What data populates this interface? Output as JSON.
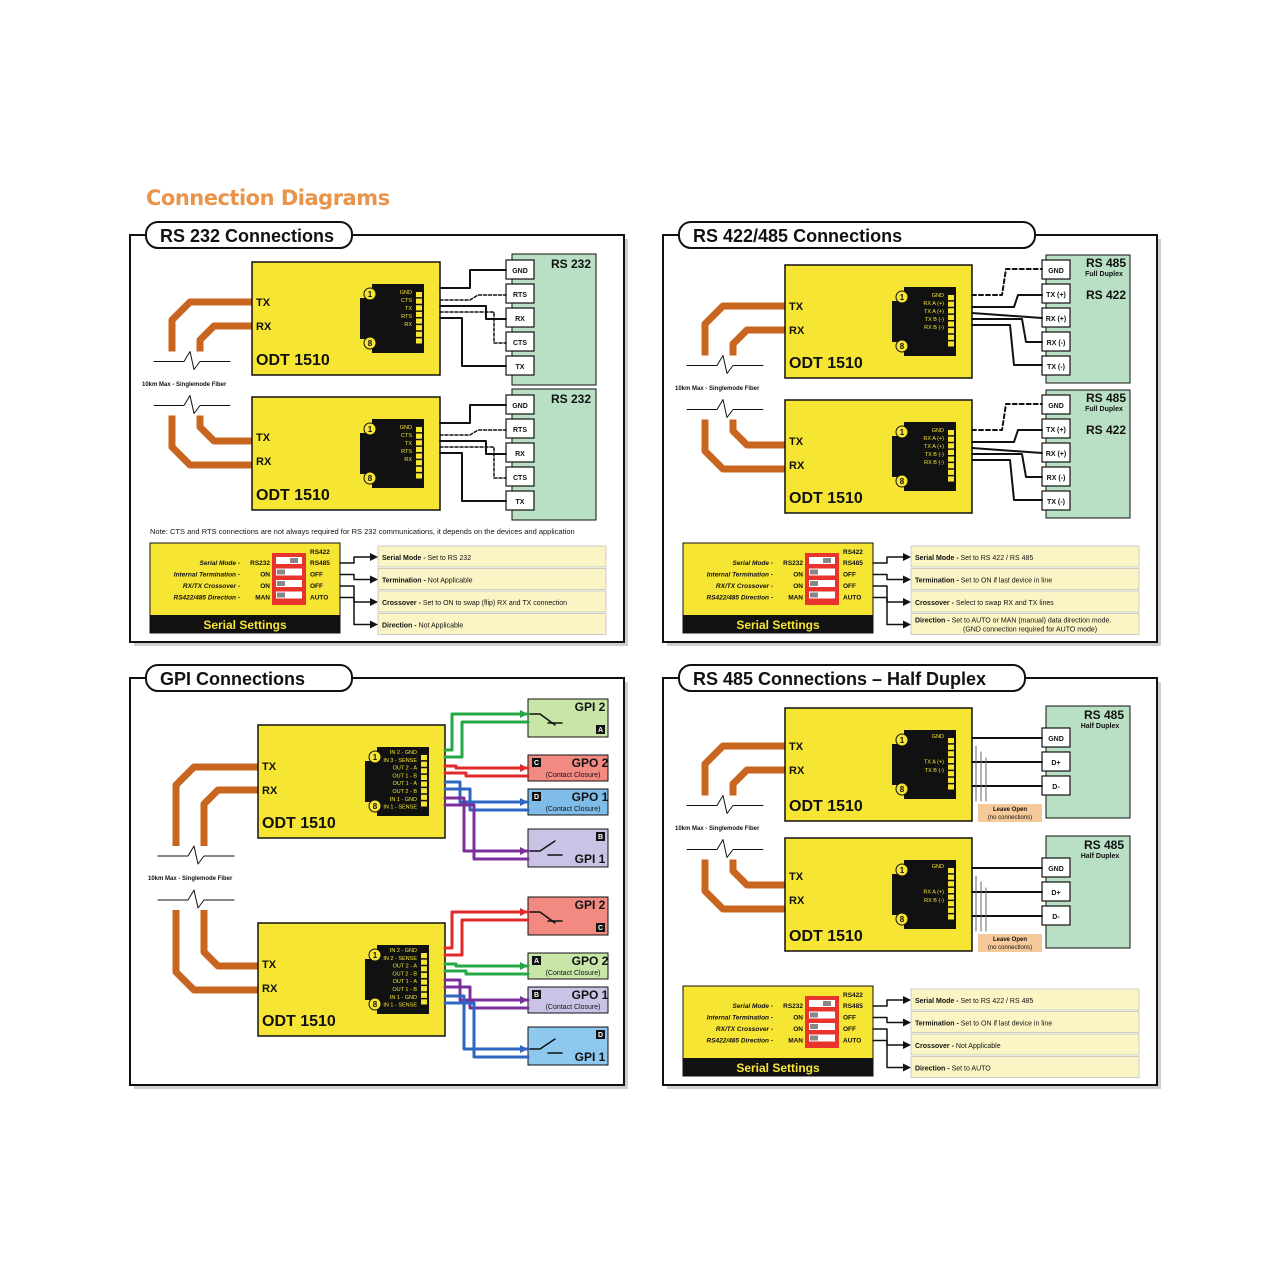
{
  "page_title": "Connection Diagrams",
  "colors": {
    "yellow": "#f7e534",
    "green": "#b9dfc4",
    "orange": "#d46a1e",
    "fiber": "#c8651f",
    "red": "#e8342c",
    "gpi_green": "#c7e6a8",
    "gpo_red": "#f28a82",
    "gpo_blue": "#7fbde8",
    "sky": "#8fc8ee",
    "settings_bg": "#fbf5c6"
  },
  "common": {
    "odt": "ODT 1510",
    "tx": "TX",
    "rx": "RX",
    "fiber": "10km Max - Singlemode Fiber",
    "pin1": "1",
    "pin8": "8",
    "settings_title": "Serial Settings",
    "sw_rows": [
      "Serial Mode -",
      "Internal Termination -",
      "RX/TX Crossover -",
      "RS422/485 Direction -"
    ],
    "sw_left": [
      "RS232",
      "ON",
      "ON",
      "MAN"
    ],
    "sw_right": [
      "RS485",
      "OFF",
      "OFF",
      "AUTO"
    ],
    "sw_top": "RS422"
  },
  "rs232": {
    "title": "RS 232 Connections",
    "device": "RS 232",
    "pins": [
      "GND",
      "CTS",
      "TX",
      "RTS",
      "RX"
    ],
    "terminals": [
      "GND",
      "RTS",
      "RX",
      "CTS",
      "TX"
    ],
    "note": "Note: CTS and RTS connections are not always required for RS 232 communications, it depends on the devices and application",
    "settings": [
      {
        "k": "Serial Mode",
        "v": "Set to RS 232"
      },
      {
        "k": "Termination",
        "v": "Not Applicable"
      },
      {
        "k": "Crossover",
        "v": "Set to ON to swap (flip) RX and TX connection"
      },
      {
        "k": "Direction",
        "v": "Not Applicable"
      }
    ]
  },
  "rs422": {
    "title": "RS 422/485 Connections",
    "device_a": "RS 485",
    "device_a_sub": "Full Duplex",
    "device_b": "RS 422",
    "pins": [
      "GND",
      "RX A (+)",
      "TX A (+)",
      "TX B (-)",
      "RX B (-)"
    ],
    "terminals": [
      "GND",
      "TX (+)",
      "RX (+)",
      "RX (-)",
      "TX (-)"
    ],
    "settings": [
      {
        "k": "Serial Mode",
        "v": "Set to RS 422 / RS 485"
      },
      {
        "k": "Termination",
        "v": "Set to ON if last device in line"
      },
      {
        "k": "Crossover",
        "v": "Select to swap RX and TX lines"
      },
      {
        "k": "Direction",
        "v": "Set to AUTO or MAN (manual) data direction mode.",
        "v2": "(GND connection required for AUTO mode)"
      }
    ]
  },
  "gpi": {
    "title": "GPI Connections",
    "pins": [
      "IN 2 - GND",
      "IN 2 - SENSE",
      "OUT 2 - A",
      "OUT 2 - B",
      "OUT 1 - A",
      "OUT 1 - B",
      "IN 1 - GND",
      "IN 1 - SENSE"
    ],
    "top_pins": [
      "IN 2 - GND",
      "IN 3 - SENSE",
      "OUT 2 - A",
      "OUT 1 - B",
      "OUT 1 - A",
      "OUT 2 - B",
      "IN 1 - GND",
      "IN 1 - SENSE"
    ],
    "blocks_top": [
      {
        "name": "GPI 2",
        "sub": "",
        "tag": "A"
      },
      {
        "name": "GPO 2",
        "sub": "(Contact Closure)",
        "tag": "C"
      },
      {
        "name": "GPO 1",
        "sub": "(Contact Closure)",
        "tag": "D"
      },
      {
        "name": "GPI 1",
        "sub": "",
        "tag": "B"
      }
    ],
    "blocks_bottom": [
      {
        "name": "GPI 2",
        "sub": "",
        "tag": "C"
      },
      {
        "name": "GPO 2",
        "sub": "(Contact Closure)",
        "tag": "A"
      },
      {
        "name": "GPO 1",
        "sub": "(Contact Closure)",
        "tag": "B"
      },
      {
        "name": "GPI 1",
        "sub": "",
        "tag": "D"
      }
    ]
  },
  "rs485": {
    "title": "RS 485 Connections – Half Duplex",
    "device": "RS 485",
    "device_sub": "Half Duplex",
    "pins_top": [
      "GND",
      "TX A (+)",
      "TX B (-)"
    ],
    "pins_bottom": [
      "GND",
      "RX A (+)",
      "RX B (-)"
    ],
    "terminals": [
      "GND",
      "D+",
      "D-"
    ],
    "leave_open": "Leave Open",
    "leave_open_sub": "(no connections)",
    "settings": [
      {
        "k": "Serial Mode",
        "v": "Set to RS 422 / RS 485"
      },
      {
        "k": "Termination",
        "v": "Set to ON if last device in line"
      },
      {
        "k": "Crossover",
        "v": "Not Applicable"
      },
      {
        "k": "Direction",
        "v": "Set to AUTO"
      }
    ]
  }
}
